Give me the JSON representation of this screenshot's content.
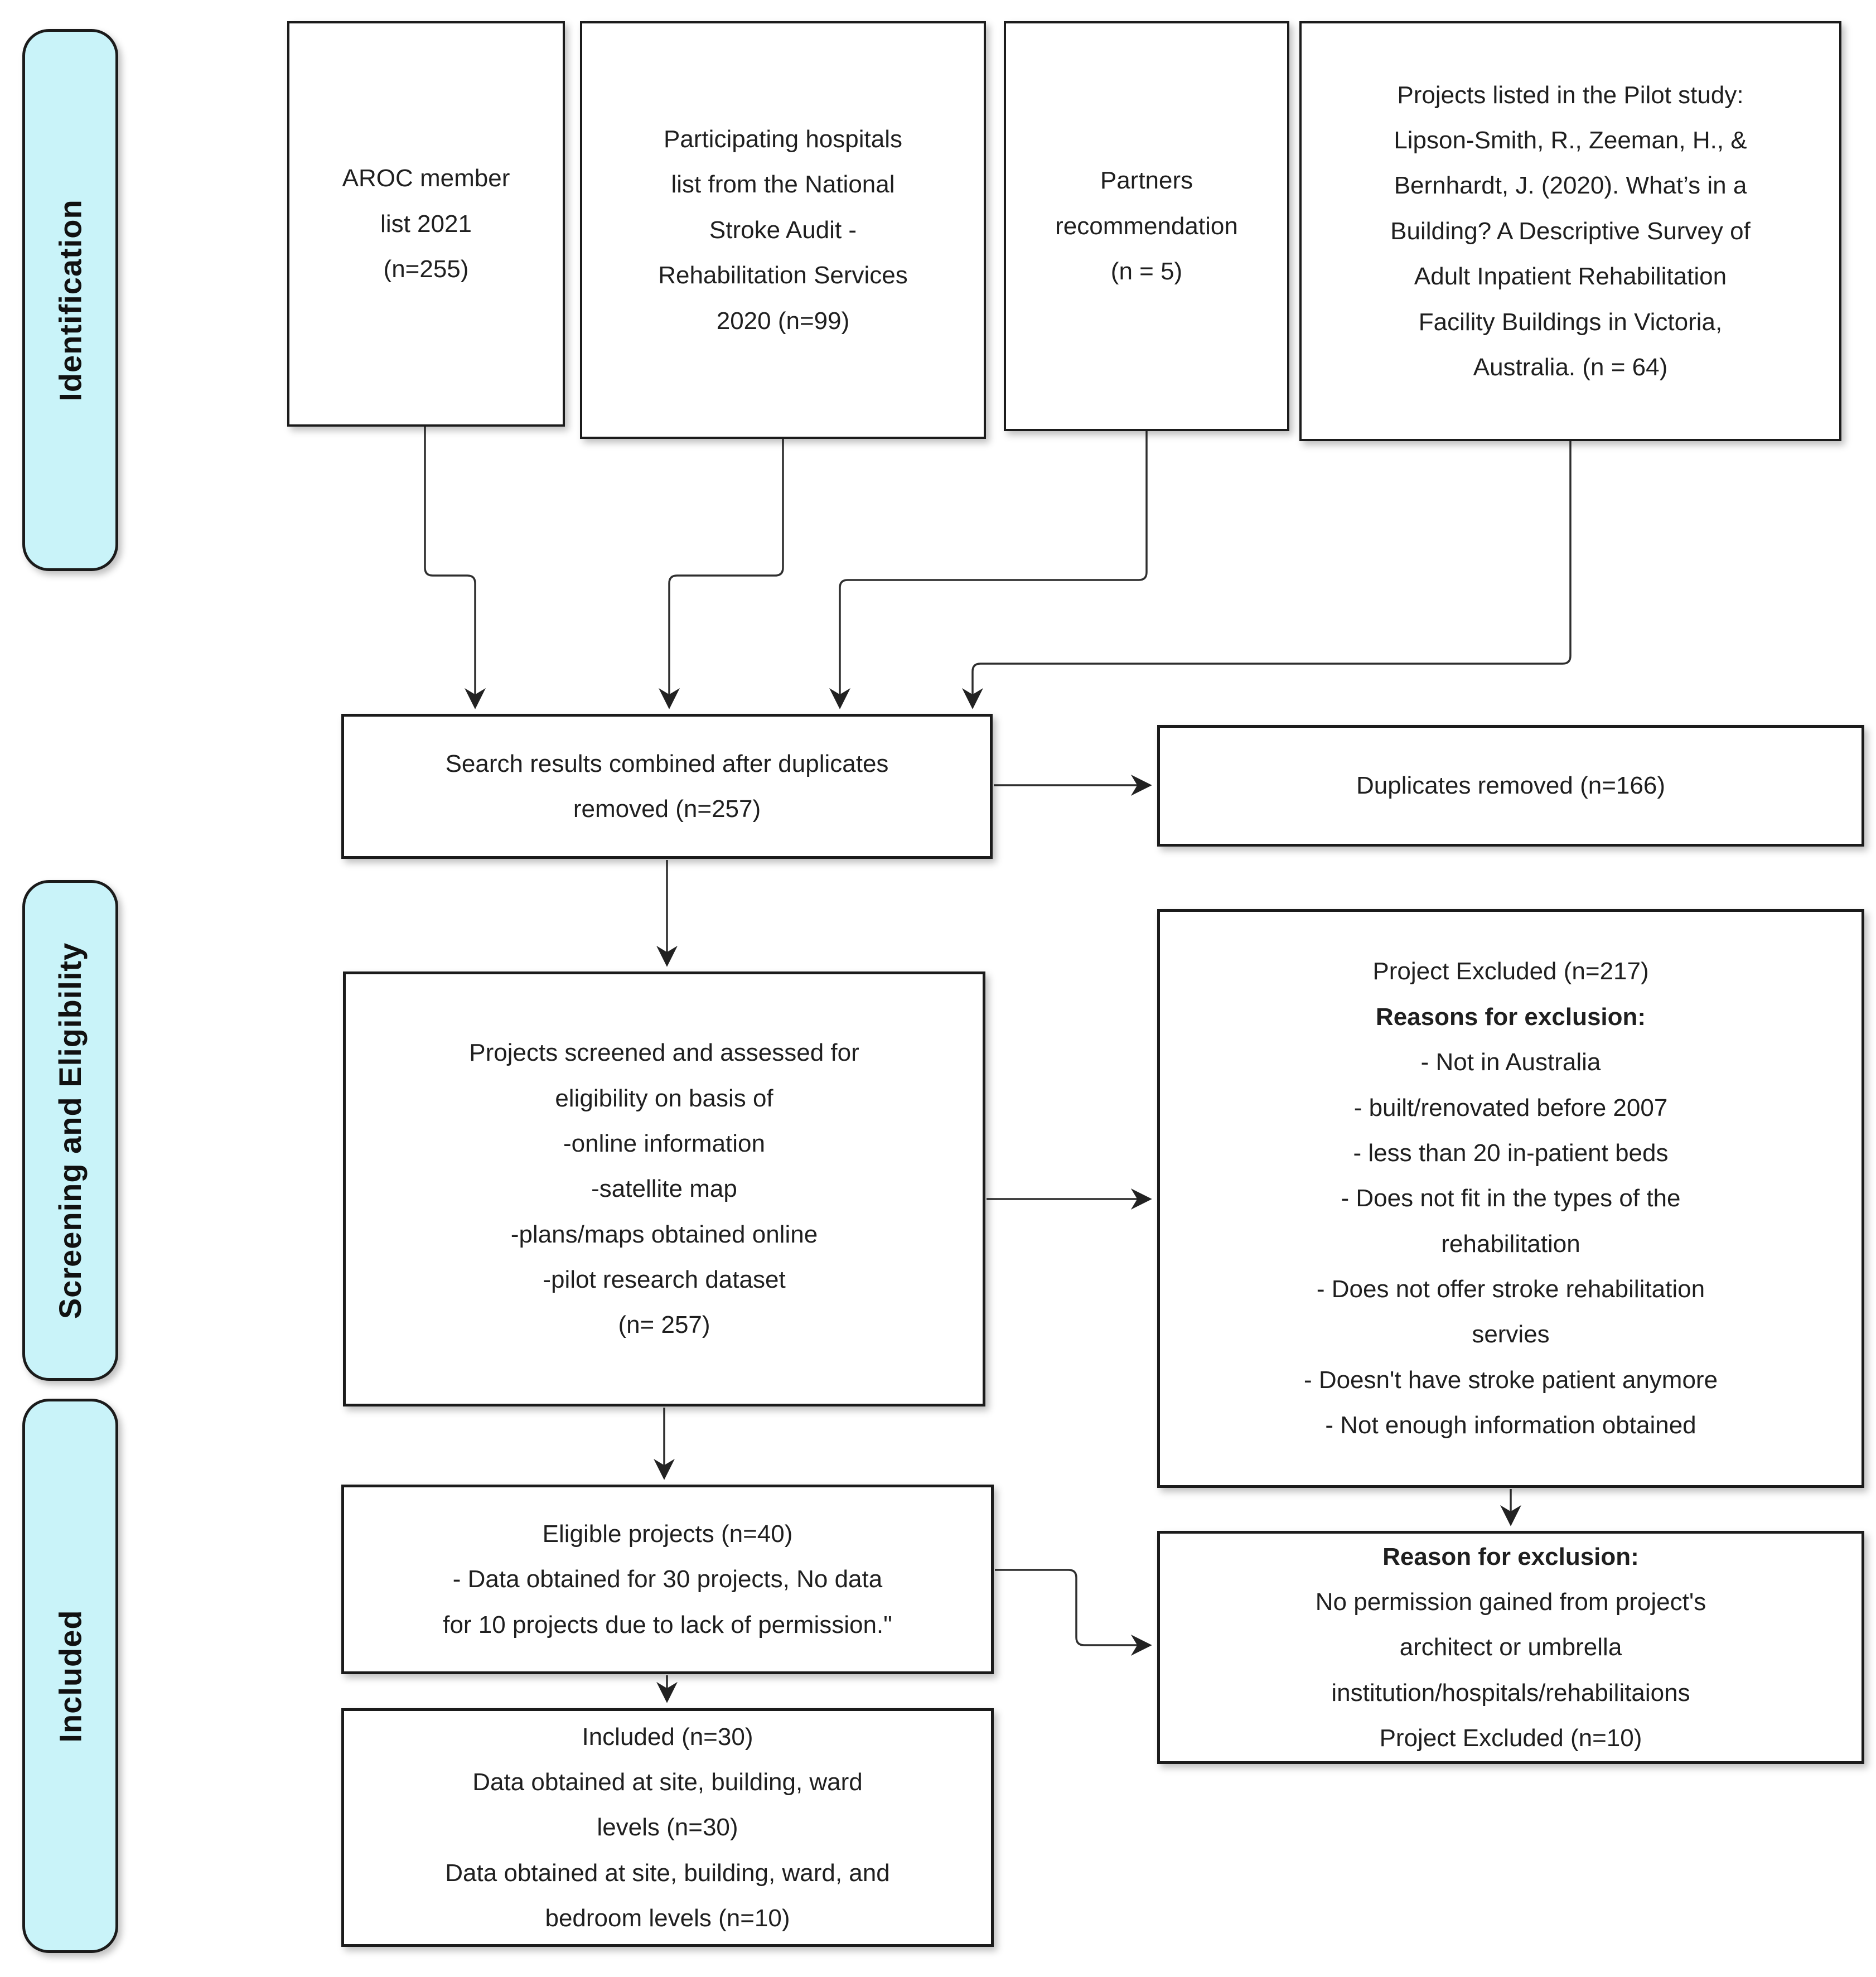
{
  "diagram": {
    "stages": [
      {
        "label": "Identification"
      },
      {
        "label": "Screening and Eligibility"
      },
      {
        "label": "Included"
      }
    ],
    "sources": [
      {
        "text": "AROC member\nlist 2021\n(n=255)"
      },
      {
        "text": "Participating hospitals\nlist from the National\nStroke Audit -\nRehabilitation Services\n2020 (n=99)"
      },
      {
        "text": "Partners\nrecommendation\n(n = 5)"
      },
      {
        "text": "Projects listed in the Pilot study:\nLipson-Smith, R., Zeeman, H., &\nBernhardt, J. (2020). What’s in a\nBuilding? A Descriptive Survey of\nAdult Inpatient Rehabilitation\nFacility Buildings in Victoria,\nAustralia. (n = 64)"
      }
    ],
    "search_combined": {
      "text": "Search results combined after duplicates\nremoved (n=257)"
    },
    "duplicates_removed": {
      "text": "Duplicates removed (n=166)"
    },
    "screened": {
      "text": "Projects screened and assessed for\neligibility on basis of\n-online information\n-satellite map\n-plans/maps obtained online\n-pilot research dataset\n(n= 257)"
    },
    "excluded": {
      "title": "Project Excluded (n=217)",
      "subtitle": "Reasons for exclusion:",
      "reasons": "- Not in Australia\n- built/renovated before 2007\n- less than 20 in-patient beds\n- Does not fit in the types of the\nrehabilitation\n- Does not offer stroke rehabilitation\nservies\n- Doesn't have stroke patient anymore\n- Not enough information obtained"
    },
    "eligible": {
      "text": "Eligible projects (n=40)\n- Data obtained for 30 projects, No data\nfor 10 projects due to lack of permission.\""
    },
    "exclusion_no_permission": {
      "title": "Reason for exclusion:",
      "body": "No permission gained from project's\narchitect or umbrella\ninstitution/hospitals/rehabilitaions\nProject Excluded (n=10)"
    },
    "included_final": {
      "text": "Included (n=30)\nData obtained at site, building, ward\nlevels (n=30)\nData obtained at site, building, ward, and\nbedroom levels (n=10)"
    }
  },
  "colors": {
    "stage_fill": "#c9f3f9",
    "border": "#1b1b1b",
    "line": "#2f2f2f",
    "background": "#ffffff"
  }
}
